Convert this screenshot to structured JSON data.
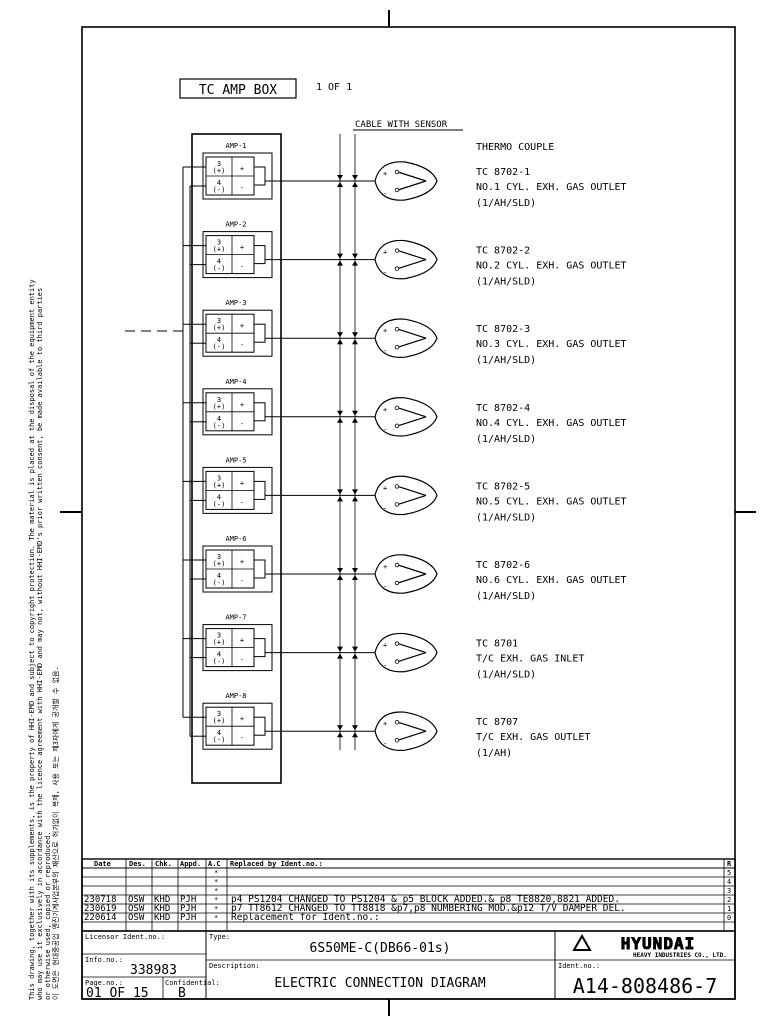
{
  "title": "TC AMP BOX",
  "page_ref": "1 OF 1",
  "cable_label": "CABLE WITH SENSOR",
  "sensor_header": "THERMO COUPLE",
  "amp_pins": {
    "plus_num": "3",
    "plus_sym": "(+)",
    "minus_num": "4",
    "minus_sym": "(-)",
    "plus": "+",
    "minus": "-"
  },
  "amplifiers": [
    {
      "label": "AMP-1",
      "tag": "TC 8702-1",
      "desc": "NO.1 CYL. EXH. GAS OUTLET",
      "cable": "(1/AH/SLD)"
    },
    {
      "label": "AMP-2",
      "tag": "TC 8702-2",
      "desc": "NO.2 CYL. EXH. GAS OUTLET",
      "cable": "(1/AH/SLD)"
    },
    {
      "label": "AMP-3",
      "tag": "TC 8702-3",
      "desc": "NO.3 CYL. EXH. GAS OUTLET",
      "cable": "(1/AH/SLD)"
    },
    {
      "label": "AMP-4",
      "tag": "TC 8702-4",
      "desc": "NO.4 CYL. EXH. GAS OUTLET",
      "cable": "(1/AH/SLD)"
    },
    {
      "label": "AMP-5",
      "tag": "TC 8702-5",
      "desc": "NO.5 CYL. EXH. GAS OUTLET",
      "cable": "(1/AH/SLD)"
    },
    {
      "label": "AMP-6",
      "tag": "TC 8702-6",
      "desc": "NO.6 CYL. EXH. GAS OUTLET",
      "cable": "(1/AH/SLD)"
    },
    {
      "label": "AMP-7",
      "tag": "TC 8701",
      "desc": "T/C  EXH. GAS INLET",
      "cable": "(1/AH/SLD)"
    },
    {
      "label": "AMP-8",
      "tag": "TC 8707",
      "desc": "T/C  EXH. GAS OUTLET",
      "cable": "(1/AH)"
    }
  ],
  "revision_table": {
    "headers": [
      "Date",
      "Des.",
      "Chk.",
      "Appd.",
      "A.C",
      "Replaced by Ident.no.:"
    ],
    "rows": [
      {
        "date": "",
        "des": "",
        "chk": "",
        "appd": "",
        "ac": "*",
        "text": "",
        "rev": "5"
      },
      {
        "date": "",
        "des": "",
        "chk": "",
        "appd": "",
        "ac": "*",
        "text": "",
        "rev": "4"
      },
      {
        "date": "",
        "des": "",
        "chk": "",
        "appd": "",
        "ac": "*",
        "text": "",
        "rev": "3"
      },
      {
        "date": "230718",
        "des": "OSW",
        "chk": "KHD",
        "appd": "PJH",
        "ac": "*",
        "text": "p4 PS1204 CHANGED TO PS1204 & p5 BLOCK ADDED.& p8 TE8820,8821 ADDED.",
        "rev": "2"
      },
      {
        "date": "230619",
        "des": "OSW",
        "chk": "KHD",
        "appd": "PJH",
        "ac": "*",
        "text": "p7 TT8612 CHANGED TO TT8818 &p7,p8 NUMBERING MOD.&p12 T/V DAMPER DEL.",
        "rev": "1"
      },
      {
        "date": "220614",
        "des": "OSW",
        "chk": "KHD",
        "appd": "PJH",
        "ac": "*",
        "text": "Replacement for Ident.no.:",
        "rev": "0"
      }
    ],
    "rev_header": "R"
  },
  "title_block": {
    "licensor_label": "Licensor Ident.no.:",
    "type_label": "Type:",
    "type_value": "6S50ME-C(DB66-01s)",
    "company": "HYUNDAI",
    "company_sub": "HEAVY INDUSTRIES CO., LTD.",
    "info_label": "Info.no.:",
    "info_value": "338983",
    "description_label": "Description:",
    "description_value": "ELECTRIC CONNECTION DIAGRAM",
    "ident_label": "Ident.no.:",
    "ident_value": "A14-808486-7",
    "page_label": "Page.no.:",
    "page_value": "01 OF 15",
    "conf_label": "Confidential:",
    "conf_value": "B"
  },
  "copyright_lines": [
    "This drawing, together with its supplements, is the property of HHI-EMD and subject to copyright protection. The material is placed at the disposal of the equipment entity",
    "who may use it exclusively in accordance with the licence agreement with HHI-EMD and may not, without HHI-EMD's prior written consent, be made available to third parties",
    "or otherwise used, copied or reproduced.",
    "이 도면은 현대중공업 엔진기계사업본부의 재산으로 허가없이 복제, 사용 또는 제3자에게 공개할 수 없음."
  ]
}
